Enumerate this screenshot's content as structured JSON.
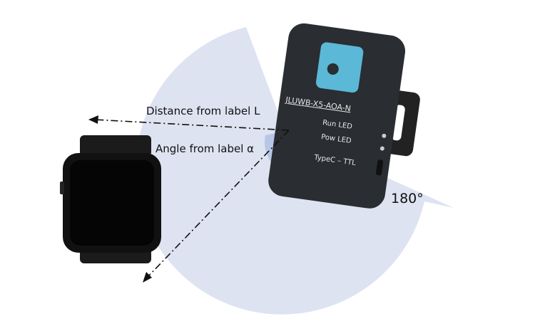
{
  "labels": {
    "distance": "Distance from label L",
    "angle": "Angle from label α",
    "range": "180°"
  },
  "device": {
    "model": "JLUWB-X5-AOA-N",
    "run_led": "Run LED",
    "pow_led": "Pow LED",
    "port": "TypeC – TTL"
  },
  "colors": {
    "fan": "#dde3f1",
    "wedge": "#b8c6e6",
    "device_body": "#2a2d31",
    "logo": "#5bb8d6"
  }
}
